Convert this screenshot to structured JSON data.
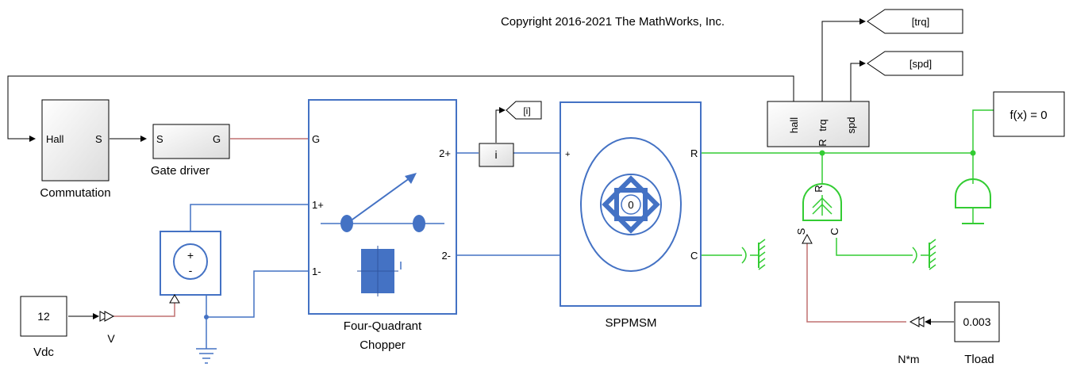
{
  "copyright": "Copyright 2016-2021 The MathWorks, Inc.",
  "blocks": {
    "commutation": {
      "name": "Commutation",
      "in_port": "Hall",
      "out_port": "S"
    },
    "gate_driver": {
      "name": "Gate driver",
      "in_port": "S",
      "out_port": "G"
    },
    "chopper": {
      "name_line1": "Four-Quadrant",
      "name_line2": "Chopper",
      "port_g": "G",
      "port_1p": "1+",
      "port_1m": "1-",
      "port_2p": "2+",
      "port_2": "2-"
    },
    "current_sensor": {
      "label": "i"
    },
    "motor": {
      "name": "SPPMSM",
      "port_r": "R",
      "port_c": "C",
      "center": "0"
    },
    "sensor": {
      "port_hall": "hall",
      "port_trq": "trq",
      "port_spd": "spd",
      "port_r": "R"
    },
    "goto_trq": {
      "tag": "[trq]"
    },
    "goto_spd": {
      "tag": "[spd]"
    },
    "goto_i": {
      "tag": "[i]"
    },
    "solver": {
      "label": "f(x) = 0"
    },
    "vdc": {
      "name": "Vdc",
      "value": "12",
      "unit": "V"
    },
    "torque_source": {
      "port_r": "R",
      "port_c": "C",
      "port_s": "S"
    },
    "tload": {
      "name": "Tload",
      "value": "0.003",
      "unit": "N*m"
    },
    "dc_source": {
      "plus": "+",
      "minus": "-"
    }
  }
}
